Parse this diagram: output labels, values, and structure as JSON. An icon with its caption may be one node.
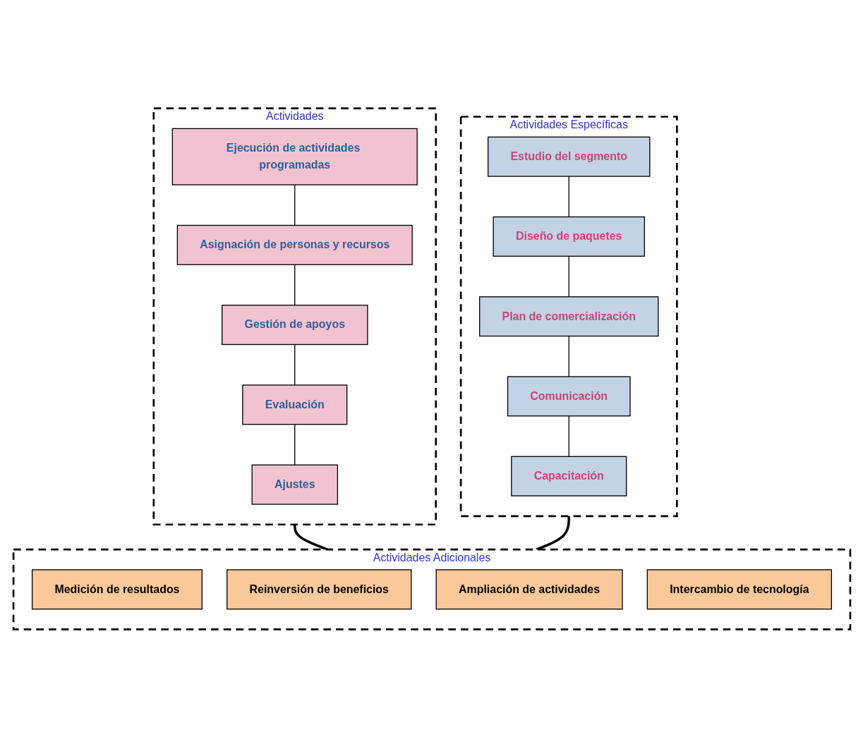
{
  "diagram": {
    "nodes": [
      {
        "text": [
          "Actividades"
        ]
      },
      {
        "text": [
          "Ejecución de actividades programadas"
        ],
        "in": 0
      },
      {
        "text": [
          "Asignación de personas y recursos"
        ],
        "in": 0
      },
      {
        "text": [
          "Gestión de apoyos"
        ],
        "in": 0
      },
      {
        "text": [
          "Evaluación"
        ],
        "in": 0
      },
      {
        "text": [
          "Ajustes"
        ],
        "in": 0
      },
      {
        "text": [
          "Actividades Específicas"
        ]
      },
      {
        "text": [
          "Estudio del segmento"
        ],
        "in": 6
      },
      {
        "text": [
          "Diseño de paquetes"
        ],
        "in": 6
      },
      {
        "text": [
          "Plan de comercialización"
        ],
        "in": 6
      },
      {
        "text": [
          "Comunicación"
        ],
        "in": 6
      },
      {
        "text": [
          "Capacitación"
        ],
        "in": 6
      },
      {
        "text": [
          "Actividades Adicionales"
        ]
      },
      {
        "text": [
          "Medición de resultados"
        ],
        "in": 12
      },
      {
        "text": [
          "Reinversión de beneficios"
        ],
        "in": 12
      },
      {
        "text": [
          "Ampliación de actividades"
        ],
        "in": 12
      },
      {
        "text": [
          "Intercambio de tecnología"
        ],
        "in": 12
      }
    ],
    "edges": [
      {
        "from": 1,
        "to": 2,
        "arrow": "none"
      },
      {
        "from": 2,
        "to": 3,
        "arrow": "none"
      },
      {
        "from": 3,
        "to": 4,
        "arrow": "none"
      },
      {
        "from": 4,
        "to": 5,
        "arrow": "none"
      },
      {
        "from": 7,
        "to": 8,
        "arrow": "none"
      },
      {
        "from": 8,
        "to": 9,
        "arrow": "none"
      },
      {
        "from": 9,
        "to": 10,
        "arrow": "none"
      },
      {
        "from": 10,
        "to": 11,
        "arrow": "none"
      },
      {
        "from": 0,
        "to": 12,
        "arrow": "none",
        "style": "thick"
      },
      {
        "from": 6,
        "to": 12,
        "arrow": "none",
        "style": "thick"
      }
    ]
  }
}
